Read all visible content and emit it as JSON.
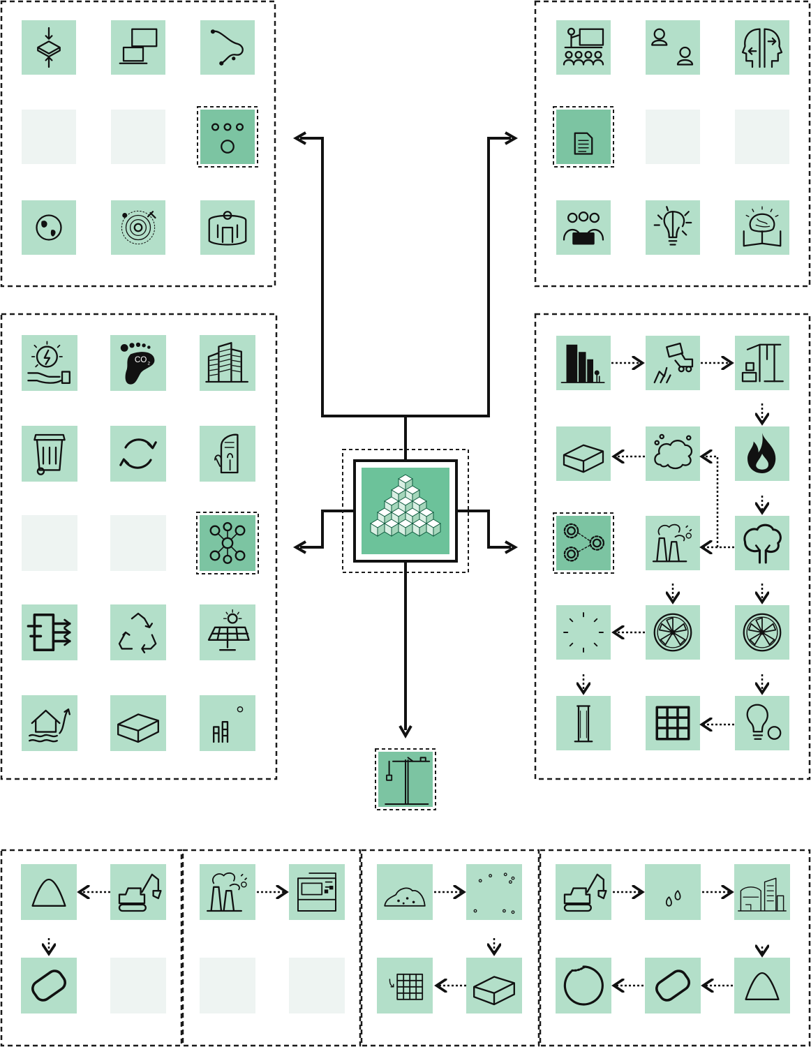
{
  "colors": {
    "tile": "#b3dfc9",
    "tile_empty": "#eef4f2",
    "tile_highlight": "#7cc4a2",
    "center_fill": "#6cc29a",
    "line": "#111111"
  },
  "center": {
    "icon": "stacked-cubes-pyramid-icon"
  },
  "output": {
    "icon": "tower-crane-icon"
  },
  "groups": {
    "top_left": [
      "compression-icon",
      "devices-icon",
      "pathway-icon",
      "empty",
      "empty",
      "circles-icon",
      "globe-icon",
      "orbit-icon",
      "vr-user-icon"
    ],
    "top_right": [
      "presentation-icon",
      "people-icon",
      "head-exchange-icon",
      "document-icon",
      "empty",
      "empty",
      "team-meeting-icon",
      "lightbulb-gear-icon",
      "brain-book-icon"
    ],
    "mid_left": [
      "solar-hand-icon",
      "co2-footprint-icon",
      "buildings-icon",
      "waste-bin-icon",
      "cycle-arrows-icon",
      "leaf-building-icon",
      "empty",
      "empty",
      "sustainability-network-icon",
      "fast-forward-bars-icon",
      "recycle-icon",
      "solar-panel-icon",
      "flood-house-icon",
      "brick-icon",
      "small-bars-icon"
    ],
    "mid_right": [
      "city-skyline-icon",
      "demolition-icon",
      "crane-icon",
      "brick-icon",
      "cloud-icon",
      "fire-icon",
      "gears-icon",
      "factory-icon",
      "tree-icon",
      "dashes-circle-icon",
      "fan-icon",
      "fan-icon",
      "column-icon",
      "grid-window-icon",
      "lightbulb-icon"
    ],
    "bottom_1": [
      "heap-icon",
      "excavator-icon",
      "rounded-slab-icon",
      "empty"
    ],
    "bottom_2": [
      "factory-icon",
      "machine-icon",
      "empty",
      "empty"
    ],
    "bottom_3": [
      "soil-pile-icon",
      "dots-icon",
      "grid-arrow-icon",
      "brick-icon"
    ],
    "bottom_4": [
      "excavator-icon",
      "water-drops-icon",
      "buildings-outline-icon",
      "dashed-circle-icon",
      "rounded-slab-icon",
      "heap-icon"
    ]
  }
}
